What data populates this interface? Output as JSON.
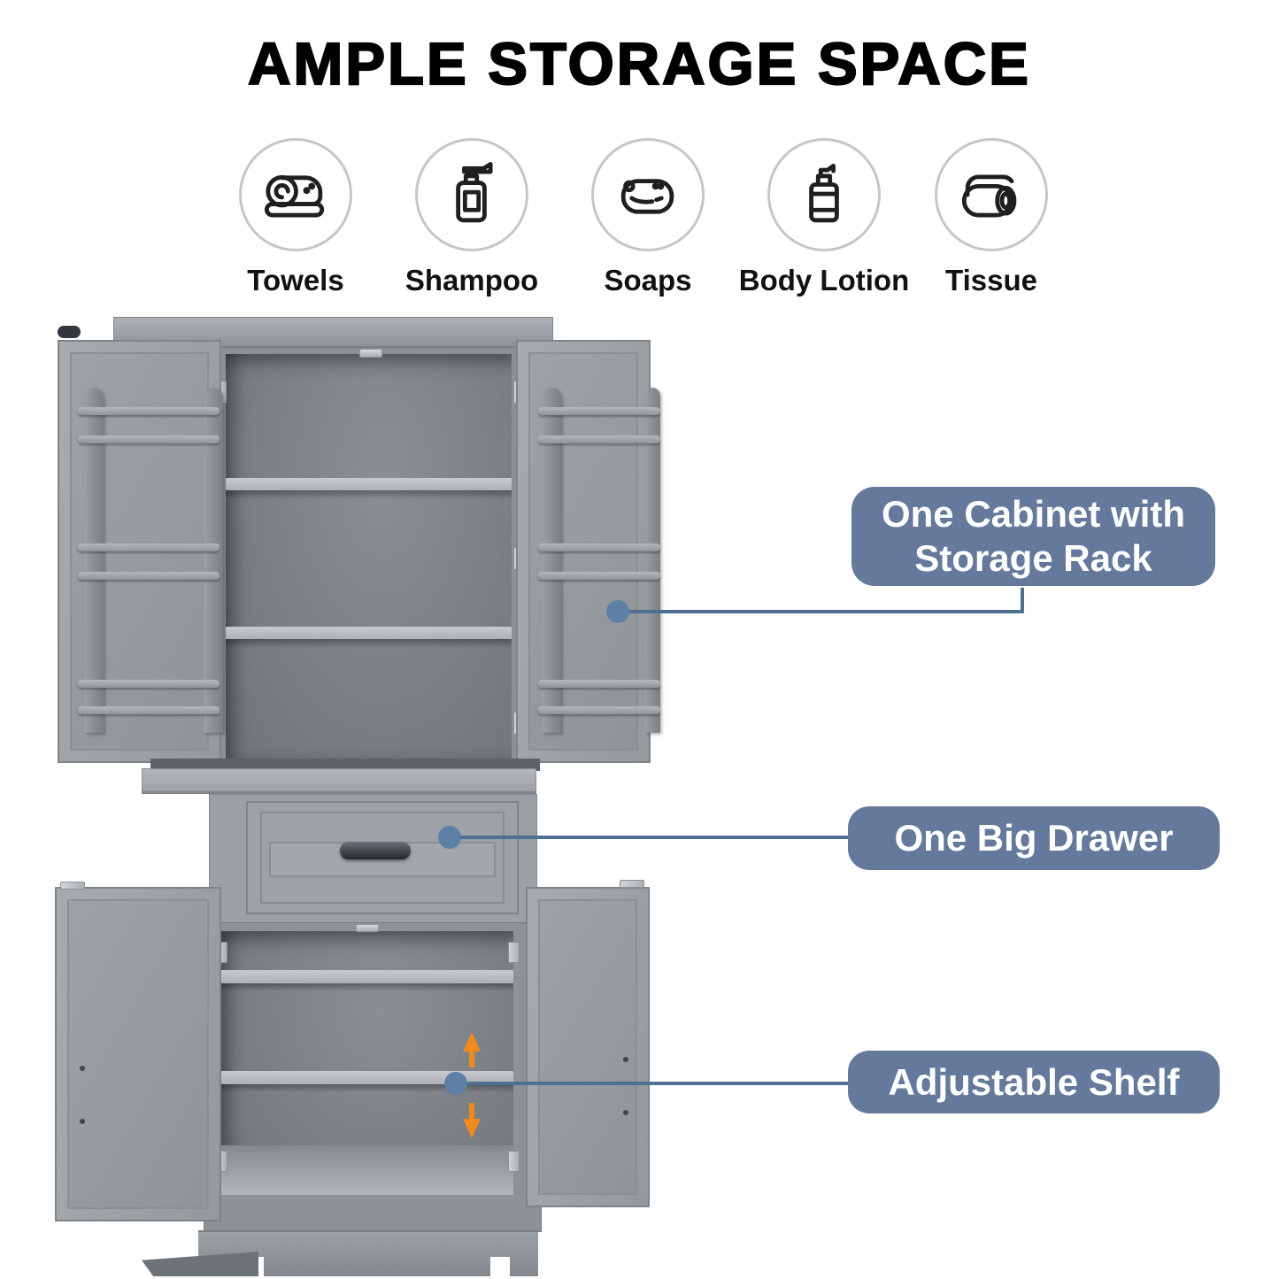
{
  "title": "AMPLE STORAGE SPACE",
  "features": [
    {
      "label": "Towels",
      "icon": "towel-roll-icon"
    },
    {
      "label": "Shampoo",
      "icon": "shampoo-pump-bottle-icon"
    },
    {
      "label": "Soaps",
      "icon": "soap-bar-icon"
    },
    {
      "label": "Body Lotion",
      "icon": "lotion-bottle-icon"
    },
    {
      "label": "Tissue",
      "icon": "tissue-roll-icon"
    }
  ],
  "callouts": [
    {
      "line1": "One Cabinet with",
      "line2": "Storage Rack"
    },
    {
      "line1": "One Big Drawer"
    },
    {
      "line1": "Adjustable Shelf"
    }
  ],
  "colors": {
    "callout_bg": "#65799c",
    "connector": "#4f6f93",
    "connector_dot": "#5d80a7",
    "arrow": "#f08a1f",
    "title": "#000000",
    "cabinet_gray": "#9aa0a4"
  }
}
